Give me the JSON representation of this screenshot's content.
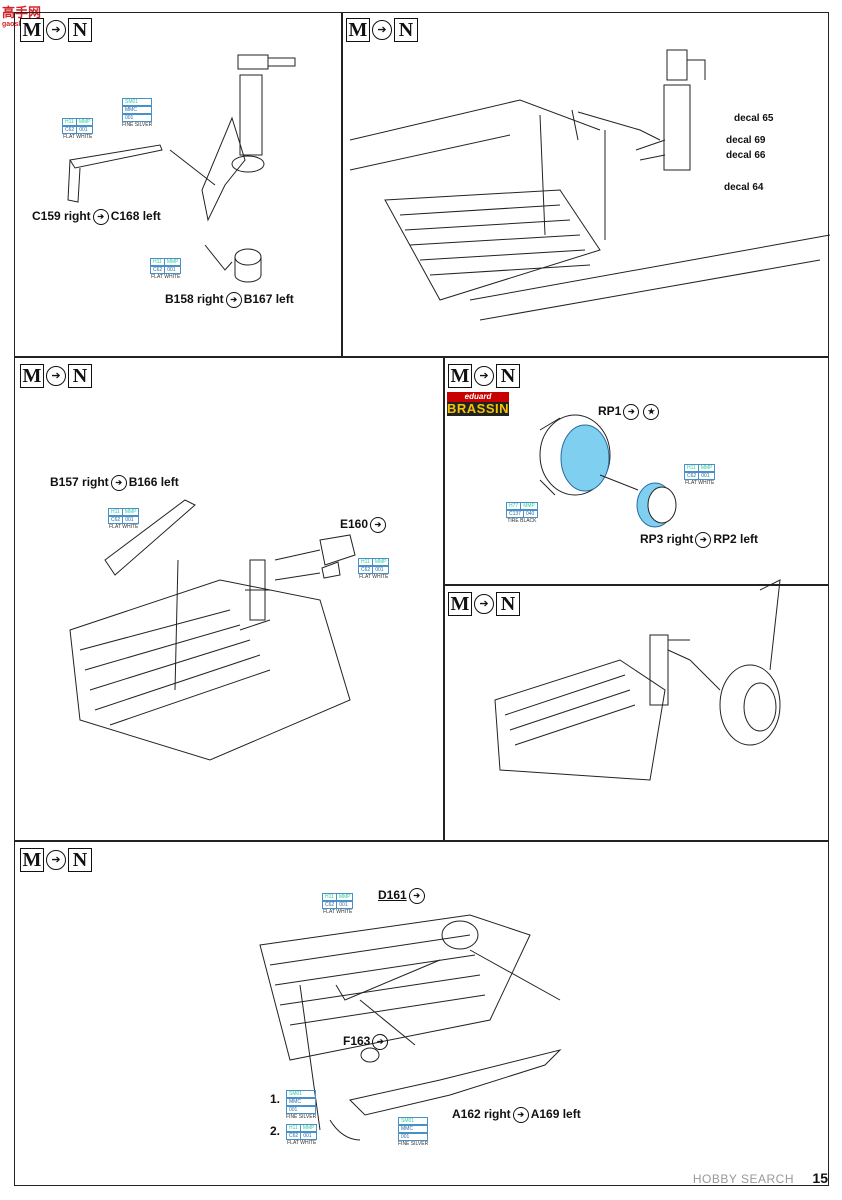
{
  "watermark": {
    "top_left": "高手网",
    "top_left_sub": "gaoshou.net",
    "bottom_right": "HOBBY SEARCH"
  },
  "page_number": "15",
  "step_marker": {
    "from": "M",
    "to": "N"
  },
  "panel1": {
    "labels": {
      "c_part": "C159 right",
      "c_alt": "C168 left",
      "b_part": "B158 right",
      "b_alt": "B167 left"
    },
    "paints": [
      {
        "code1": "SM01",
        "code2": "MMC",
        "code3": "001",
        "name": "FINE SILVER"
      },
      {
        "code1": "H11",
        "code2": "MMP",
        "code3": "C62",
        "code4": "001",
        "name": "FLAT WHITE"
      },
      {
        "code1": "H11",
        "code2": "MMP",
        "code3": "C62",
        "code4": "001",
        "name": "FLAT WHITE"
      }
    ]
  },
  "panel2": {
    "decals": [
      "decal 65",
      "decal 69",
      "decal 66",
      "decal 64"
    ]
  },
  "panel3": {
    "labels": {
      "b_part": "B157 right",
      "b_alt": "B166 left",
      "e_part": "E160"
    },
    "paints": [
      {
        "code1": "H11",
        "code2": "MMP",
        "code3": "C62",
        "code4": "001",
        "name": "FLAT WHITE"
      },
      {
        "code1": "H11",
        "code2": "MMP",
        "code3": "C62",
        "code4": "001",
        "name": "FLAT WHITE"
      }
    ]
  },
  "panel4": {
    "brassin_top": "eduard",
    "brassin_bottom": "BRASSIN",
    "labels": {
      "rp1": "RP1",
      "rp3": "RP3 right",
      "rp2": "RP2 left"
    },
    "paints": [
      {
        "code1": "H11",
        "code2": "MMP",
        "code3": "C62",
        "code4": "001",
        "name": "FLAT WHITE"
      },
      {
        "code1": "H77",
        "code2": "MMP",
        "code3": "C137",
        "code4": "040",
        "name": "TIRE BLACK"
      }
    ]
  },
  "panel6": {
    "labels": {
      "d_part": "D161",
      "f_part": "F163",
      "a_part": "A162 right",
      "a_alt": "A169 left",
      "step1": "1.",
      "step2": "2."
    },
    "paints": [
      {
        "code1": "H11",
        "code2": "MMP",
        "code3": "C62",
        "code4": "001",
        "name": "FLAT WHITE"
      },
      {
        "code1": "SM01",
        "code2": "MMC",
        "code3": "001",
        "name": "FINE SILVER"
      },
      {
        "code1": "H11",
        "code2": "MMP",
        "code3": "C62",
        "code4": "001",
        "name": "FLAT WHITE"
      },
      {
        "code1": "SM01",
        "code2": "MMC",
        "code3": "001",
        "name": "FINE SILVER"
      }
    ]
  }
}
